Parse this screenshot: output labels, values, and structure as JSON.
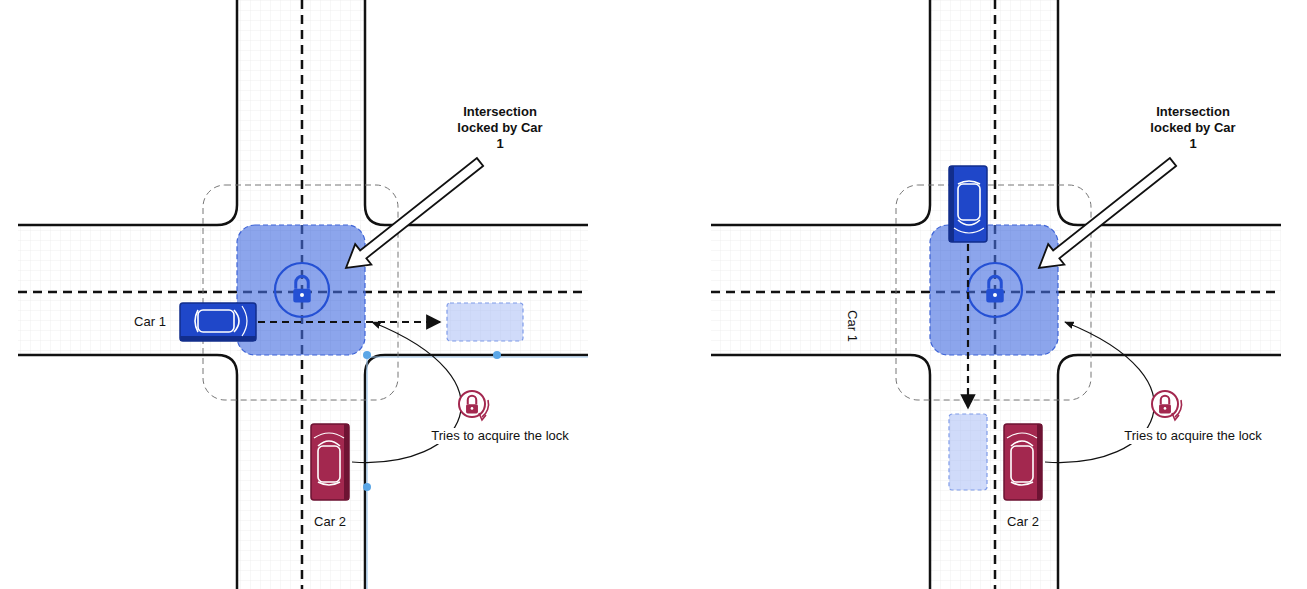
{
  "diagram": {
    "labels": [
      "Intersection locked by Car 1",
      "Car 1",
      "Tries to acquire the lock",
      "Car 2",
      "Intersection locked by Car 1",
      "Car 1",
      "Tries to acquire the lock",
      "Car 2"
    ]
  }
}
